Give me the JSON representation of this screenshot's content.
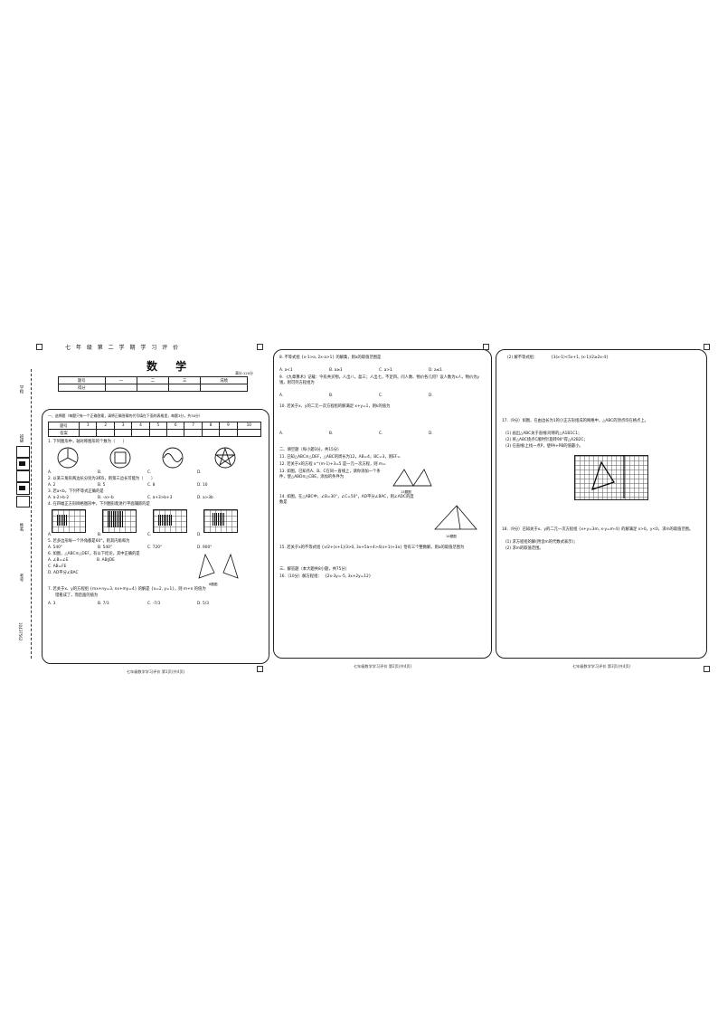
{
  "header": {
    "title": "七 年 级 第 二 学 期 学 习 评 价",
    "subject": "数 学",
    "full_score": "满分:120分",
    "score_table": {
      "row1": [
        "题号",
        "一",
        "二",
        "三",
        "成绩"
      ],
      "row2": [
        "得分"
      ]
    }
  },
  "binding": {
    "labels": [
      "学校",
      "班级",
      "姓名",
      "考号"
    ],
    "exam_no": "10437562"
  },
  "section1": {
    "heading": "一、选择题（每题只有一个正确答案，请将正确答案的代号填在下面的表格里，每题3分，共30分）",
    "answer_rows": [
      [
        "题号",
        "1",
        "2",
        "3",
        "4",
        "5",
        "6",
        "7",
        "8",
        "9",
        "10"
      ],
      [
        "答案"
      ]
    ],
    "q1": "1. 下列图形中，轴对称图形的个数为（　　）",
    "q1_opts": [
      "A.",
      "B.",
      "C.",
      "D."
    ],
    "q2": "2. 以某三角形两边长分别为3和5，则第三边长可能为（　　）",
    "q2_opts": [
      "A. 2",
      "B. 5",
      "C. 8",
      "D. 10"
    ],
    "q3": "3. 若a<b，下列不等式正确的是",
    "q3_opts": [
      "A. a-2>b-2",
      "B. -a>-b",
      "C. a+3>b+3",
      "D. a>3b"
    ],
    "q4": "4. 在四幅正方形网格图形中，下列图形能进行平面镶嵌的是",
    "q4_opts": [
      "A.",
      "B.",
      "C.",
      "D."
    ],
    "q5": "5. 若多边形每一个外角都是60°，则其内角和为",
    "q5_opts": [
      "A. 540°",
      "B. 540°",
      "C. 720°",
      "D. 900°"
    ],
    "q6": "6. 如图，△ABC≌△DEF，有以下结论，其中正确的是",
    "q6_opts": [
      "A. ∠B=∠E",
      "B. AB∥DE",
      "C. AB=FE",
      "D. AD平分∠BAC"
    ],
    "q6_fig": "6题图",
    "q7": "7. 若关于x、y的方程组 {mx+ny=3, nx+my=4} 的解是 {x=2, y=1}，则 m+n 的值为",
    "q7_note": "错看成了，而后面的值为",
    "q7_opts": [
      "A. 3",
      "B. 7/3",
      "C. -7/3",
      "D. 5/3"
    ],
    "footer": "七年级数学学习评价 第1页(共4页)"
  },
  "section2": {
    "q8": "8. 不等式组 {x-1>a, 2x-a>1} 的解集，则a的取值范围是",
    "q8_opts": [
      "A. a<1",
      "B. a≥1",
      "C. a>1",
      "D. a≤1"
    ],
    "q9": "9. 《九章算术》记载：今有共买物，人出八，盈三；人出七，不足四。问人数、物价各几何？设人数为x人，物价为y钱，则可列方程组为",
    "q9_opts": [
      "A.",
      "B.",
      "C.",
      "D."
    ],
    "q10": "10. 若关于x、y的二元一次方程组的解满足 x+y=1，则k的值为",
    "q10_opts": [
      "A.",
      "B.",
      "C.",
      "D."
    ],
    "sec_heading": "二、填空题（每小题3分，共15分）",
    "q11": "11. 已知△ABC≌△DEF，△ABC的周长为12，AB=4，BC=3，则EF=",
    "q12": "12. 若关于x的方程 x^(m-1)+3=5 是一元一次方程，则 m=",
    "q13": "13. 如图，已知点A、B、C在同一直线上，请你添加一个条件，使△ABD≌△CBE，添加的条件为",
    "q13_fig": "13题图",
    "q14": "14. 如图，在△ABC中，∠B=30°，∠C=50°，AD平分∠BAC，则∠ADC的度数是",
    "q14_fig": "14题图",
    "q15": "15. 若关于x的不等式组 {x/2+(x+1)/3>0, 3x+5a+4>4(x+1)+3a} 恰有三个整数解，则a的取值范围为",
    "sec3": "三、解答题（本大题共8小题，共75分）",
    "q16": "16.（10分）解方程组：",
    "q16_eq": "{2x-3y=-5, 3x+2y=12}",
    "footer": "七年级数学学习评价 第2页(共4页)"
  },
  "section3": {
    "q16_2": "(2) 解不等式组：",
    "q16_2_eq": "{3(x-1)<5x+1, (x-1)/2≥2x-4}",
    "q17": "17.（9分）如图，在由边长为1的小正方形组成的网格中，△ABC的顶点均在格点上。",
    "q17_sub1": "(1) 画出△ABC关于直线l对称的△A1B1C1；",
    "q17_sub2": "(2) 将△ABC绕点C顺时针旋转90°得△A2B2C；",
    "q17_sub3": "(3) 在直线l上找一点P，使PA+PB的值最小。",
    "q18": "18.（9分）已知关于x、y的二元一次方程组 {x+y=3m, x-y=m-4} 的解满足 x>0，y<0，求m的取值范围。",
    "q18_sub1": "(1) 求方程组的解(用含m的代数式表示)；",
    "q18_sub2": "(2) 求m的取值范围。",
    "footer": "七年级数学学习评价 第3页(共4页)"
  }
}
